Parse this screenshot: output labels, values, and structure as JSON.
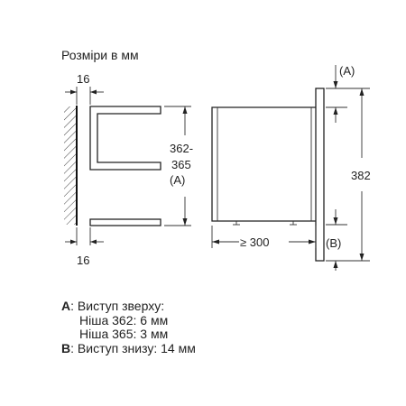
{
  "title": "Розміри в мм",
  "dims": {
    "left_top": "16",
    "left_bottom": "16",
    "niche_height_1": "362-",
    "niche_height_2": "365",
    "label_a_paren": "(A)",
    "depth": "≥ 300",
    "total_height": "382",
    "marker_a": "(A)",
    "marker_b": "(B)"
  },
  "legend": {
    "a_key": "A",
    "a_text": ": Виступ зверху:",
    "a_line1": "Ніша 362: 6 мм",
    "a_line2": "Ніша 365: 3 мм",
    "b_key": "B",
    "b_text": ": Виступ знизу: 14 мм"
  }
}
